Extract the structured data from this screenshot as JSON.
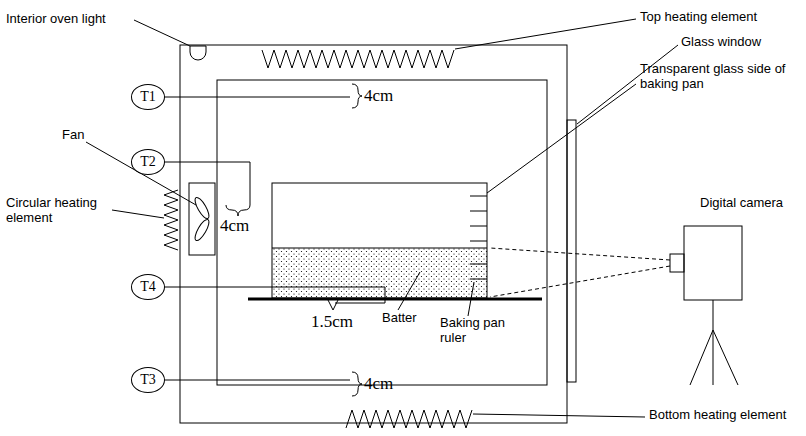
{
  "diagram": {
    "nodes": [
      {
        "text": [
          "T1"
        ]
      },
      {
        "text": [
          "T2"
        ]
      },
      {
        "text": [
          "T4"
        ]
      },
      {
        "text": [
          "T3"
        ]
      }
    ],
    "labels": [
      "Top heating element",
      "Interior oven light",
      "4cm",
      "Glass window",
      "Transparent glass side of baking pan",
      "Fan",
      "Circular heating element",
      "Digital camera",
      "4cm",
      "Batter",
      "Baking pan ruler",
      "1.5cm",
      "4cm",
      "Bottom heating element"
    ]
  }
}
